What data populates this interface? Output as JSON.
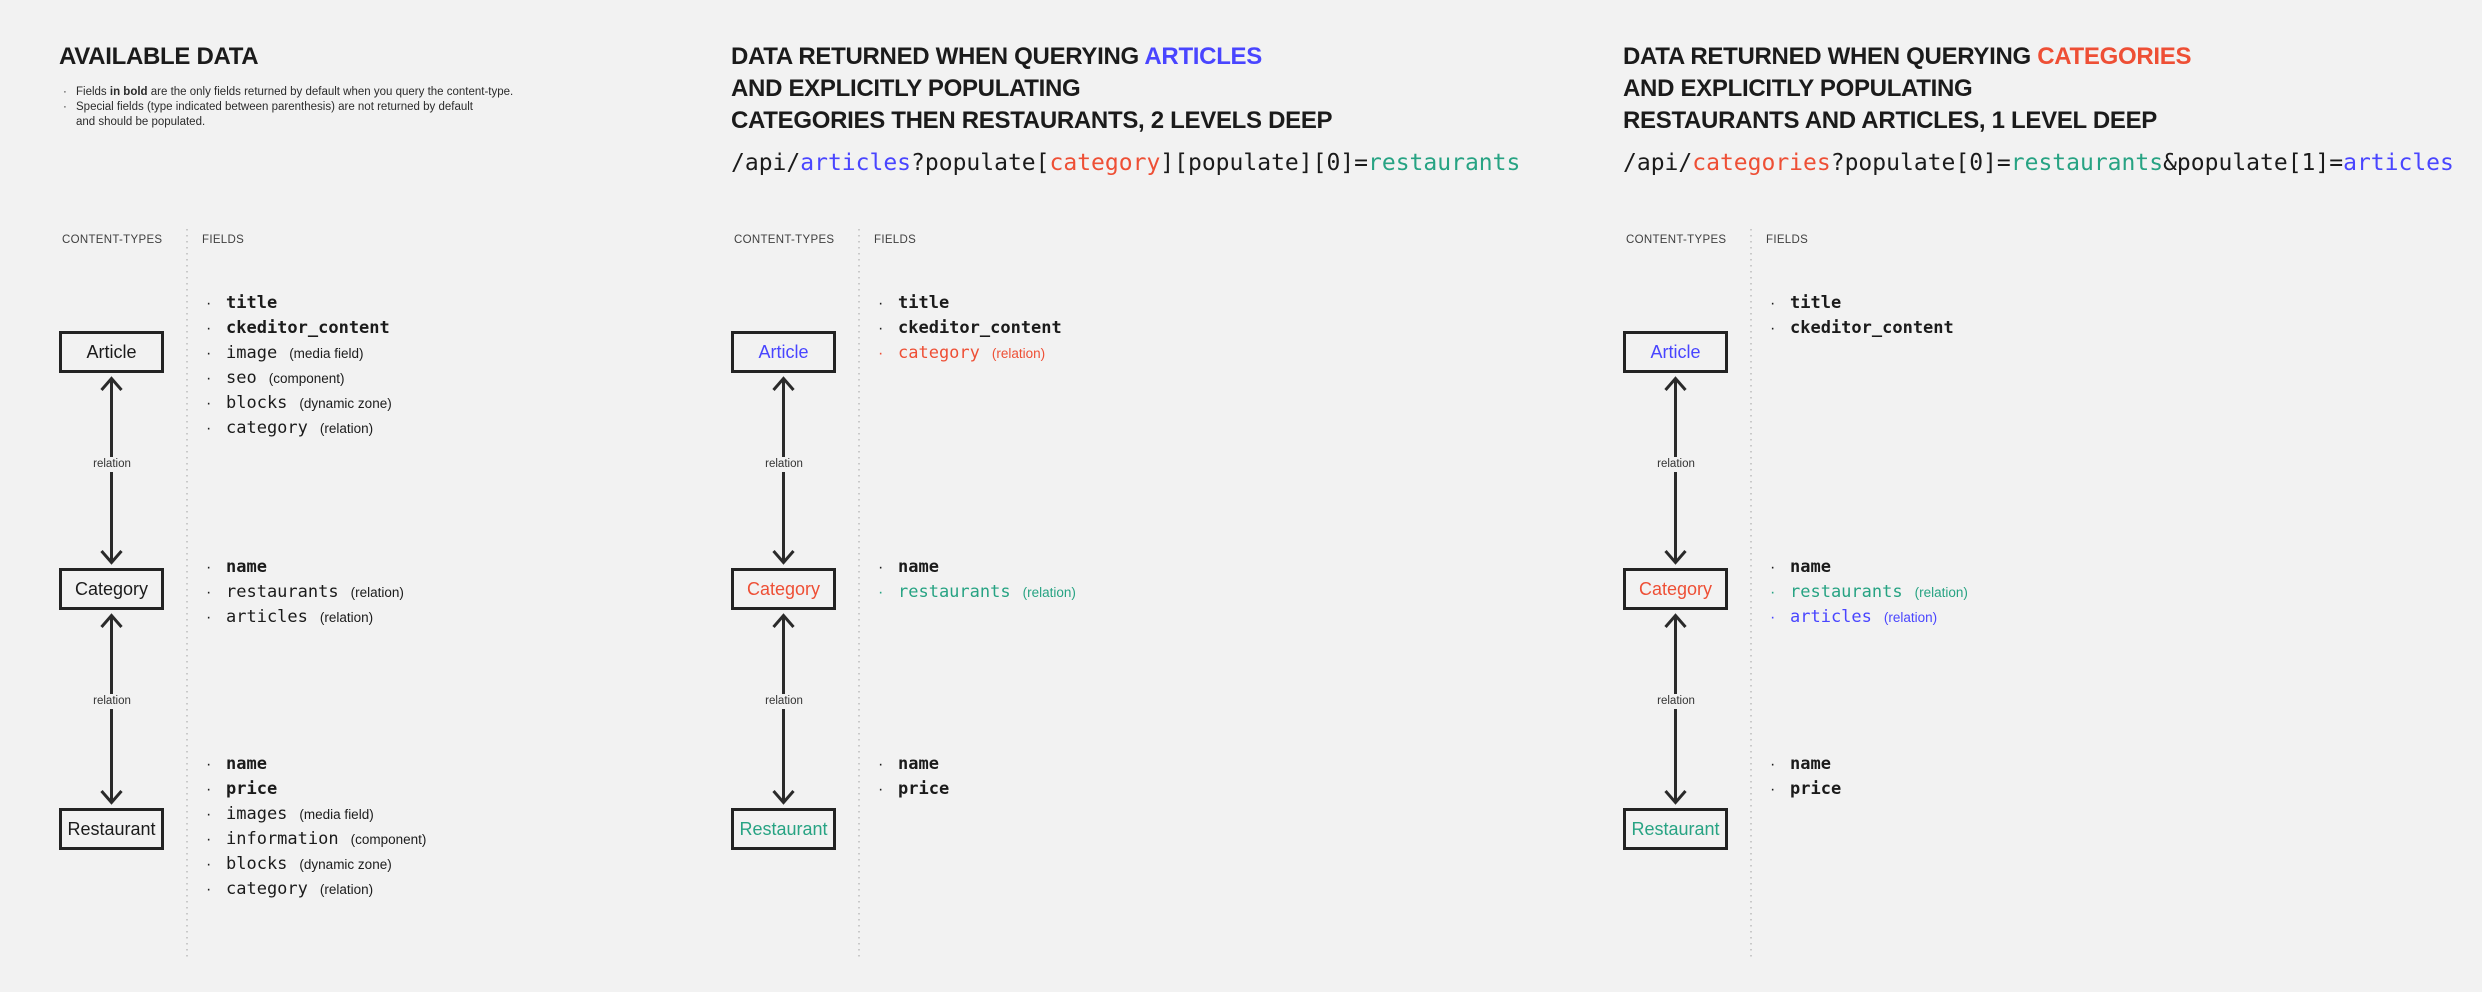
{
  "colors": {
    "text": "#1b1b1b",
    "blue": "#4945ff",
    "red": "#ee4f35",
    "teal": "#27a383",
    "heading_muted": "#3f3f3f",
    "background": "#f2f2f2",
    "line": "#2a2a2a",
    "divider_dots": "#c9c9c9"
  },
  "panels": [
    {
      "id": "available-data",
      "title_lines": [
        [
          {
            "t": "AVAILABLE DATA"
          }
        ]
      ],
      "notes": [
        {
          "lines": [
            [
              {
                "t": "Fields "
              },
              {
                "t": "in bold",
                "b": true
              },
              {
                "t": " are the only fields returned by default when you query the content-type."
              }
            ]
          ]
        },
        {
          "lines": [
            [
              {
                "t": "Special fields (type indicated between parenthesis) are not returned by default"
              }
            ],
            [
              {
                "t": "and should be populated."
              }
            ]
          ]
        }
      ],
      "api": null,
      "diagram": {
        "content_types_label": "CONTENT-TYPES",
        "fields_label": "FIELDS",
        "relation_label": "relation",
        "boxes": [
          {
            "label": "Article",
            "color": "text",
            "fields": [
              {
                "name": "title",
                "bold": true,
                "color": "text"
              },
              {
                "name": "ckeditor_content",
                "bold": true,
                "color": "text"
              },
              {
                "name": "image",
                "type": "(media field)",
                "color": "text"
              },
              {
                "name": "seo",
                "type": "(component)",
                "color": "text"
              },
              {
                "name": "blocks",
                "type": "(dynamic zone)",
                "color": "text"
              },
              {
                "name": "category",
                "type": "(relation)",
                "color": "text"
              }
            ]
          },
          {
            "label": "Category",
            "color": "text",
            "fields": [
              {
                "name": "name",
                "bold": true,
                "color": "text"
              },
              {
                "name": "restaurants",
                "type": "(relation)",
                "color": "text"
              },
              {
                "name": "articles",
                "type": "(relation)",
                "color": "text"
              }
            ]
          },
          {
            "label": "Restaurant",
            "color": "text",
            "fields": [
              {
                "name": "name",
                "bold": true,
                "color": "text"
              },
              {
                "name": "price",
                "bold": true,
                "color": "text"
              },
              {
                "name": "images",
                "type": "(media field)",
                "color": "text"
              },
              {
                "name": "information",
                "type": "(component)",
                "color": "text"
              },
              {
                "name": "blocks",
                "type": "(dynamic zone)",
                "color": "text"
              },
              {
                "name": "category",
                "type": "(relation)",
                "color": "text"
              }
            ]
          }
        ]
      }
    },
    {
      "id": "query-articles",
      "title_lines": [
        [
          {
            "t": "DATA RETURNED WHEN QUERYING "
          },
          {
            "t": "ARTICLES",
            "color": "blue"
          }
        ],
        [
          {
            "t": "AND EXPLICITLY POPULATING"
          }
        ],
        [
          {
            "t": "CATEGORIES THEN RESTAURANTS, 2 LEVELS DEEP"
          }
        ]
      ],
      "notes": null,
      "api": {
        "parts": [
          {
            "t": "/api/"
          },
          {
            "t": "articles",
            "color": "blue"
          },
          {
            "t": "?populate["
          },
          {
            "t": "category",
            "color": "red"
          },
          {
            "t": "][populate][0]="
          },
          {
            "t": "restaurants",
            "color": "teal"
          }
        ]
      },
      "diagram": {
        "content_types_label": "CONTENT-TYPES",
        "fields_label": "FIELDS",
        "relation_label": "relation",
        "boxes": [
          {
            "label": "Article",
            "color": "blue",
            "fields": [
              {
                "name": "title",
                "bold": true,
                "color": "text"
              },
              {
                "name": "ckeditor_content",
                "bold": true,
                "color": "text"
              },
              {
                "name": "category",
                "type": "(relation)",
                "color": "red"
              }
            ]
          },
          {
            "label": "Category",
            "color": "red",
            "fields": [
              {
                "name": "name",
                "bold": true,
                "color": "text"
              },
              {
                "name": "restaurants",
                "type": "(relation)",
                "color": "teal"
              }
            ]
          },
          {
            "label": "Restaurant",
            "color": "teal",
            "fields": [
              {
                "name": "name",
                "bold": true,
                "color": "text"
              },
              {
                "name": "price",
                "bold": true,
                "color": "text"
              }
            ]
          }
        ]
      }
    },
    {
      "id": "query-categories",
      "title_lines": [
        [
          {
            "t": "DATA RETURNED WHEN QUERYING "
          },
          {
            "t": "CATEGORIES",
            "color": "red"
          }
        ],
        [
          {
            "t": "AND EXPLICITLY POPULATING"
          }
        ],
        [
          {
            "t": "RESTAURANTS AND ARTICLES, 1 LEVEL DEEP"
          }
        ]
      ],
      "notes": null,
      "api": {
        "parts": [
          {
            "t": "/api/"
          },
          {
            "t": "categories",
            "color": "red"
          },
          {
            "t": "?populate[0]="
          },
          {
            "t": "restaurants",
            "color": "teal"
          },
          {
            "t": "&populate[1]="
          },
          {
            "t": "articles",
            "color": "blue"
          }
        ]
      },
      "diagram": {
        "content_types_label": "CONTENT-TYPES",
        "fields_label": "FIELDS",
        "relation_label": "relation",
        "boxes": [
          {
            "label": "Article",
            "color": "blue",
            "fields": [
              {
                "name": "title",
                "bold": true,
                "color": "text"
              },
              {
                "name": "ckeditor_content",
                "bold": true,
                "color": "text"
              }
            ]
          },
          {
            "label": "Category",
            "color": "red",
            "fields": [
              {
                "name": "name",
                "bold": true,
                "color": "text"
              },
              {
                "name": "restaurants",
                "type": "(relation)",
                "color": "teal"
              },
              {
                "name": "articles",
                "type": "(relation)",
                "color": "blue"
              }
            ]
          },
          {
            "label": "Restaurant",
            "color": "teal",
            "fields": [
              {
                "name": "name",
                "bold": true,
                "color": "text"
              },
              {
                "name": "price",
                "bold": true,
                "color": "text"
              }
            ]
          }
        ]
      }
    }
  ]
}
